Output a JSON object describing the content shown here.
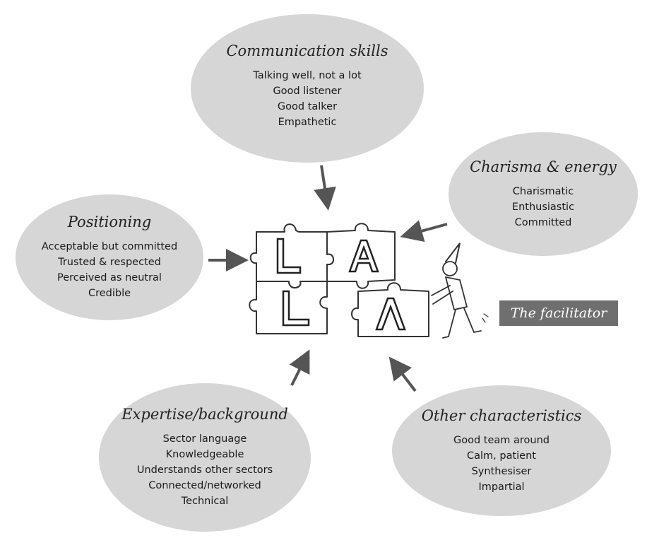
{
  "diagram": {
    "center_label": "The facilitator",
    "bubbles": {
      "communication": {
        "title": "Communication skills",
        "lines": [
          "Talking well, not a lot",
          "Good listener",
          "Good talker",
          "Empathetic"
        ]
      },
      "charisma": {
        "title": "Charisma & energy",
        "lines": [
          "Charismatic",
          "Enthusiastic",
          "Committed"
        ]
      },
      "positioning": {
        "title": "Positioning",
        "lines": [
          "Acceptable but committed",
          "Trusted & respected",
          "Perceived as neutral",
          "Credible"
        ]
      },
      "expertise": {
        "title": "Expertise/background",
        "lines": [
          "Sector language",
          "Knowledgeable",
          "Understands other sectors",
          "Connected/networked",
          "Technical"
        ]
      },
      "other": {
        "title": "Other characteristics",
        "lines": [
          "Good team around",
          "Calm, patient",
          "Synthesiser",
          "Impartial"
        ]
      }
    },
    "colors": {
      "bubble_fill": "#d6d6d6",
      "arrow": "#555555",
      "label_bg": "#6f6f6f",
      "label_text": "#ffffff"
    }
  }
}
